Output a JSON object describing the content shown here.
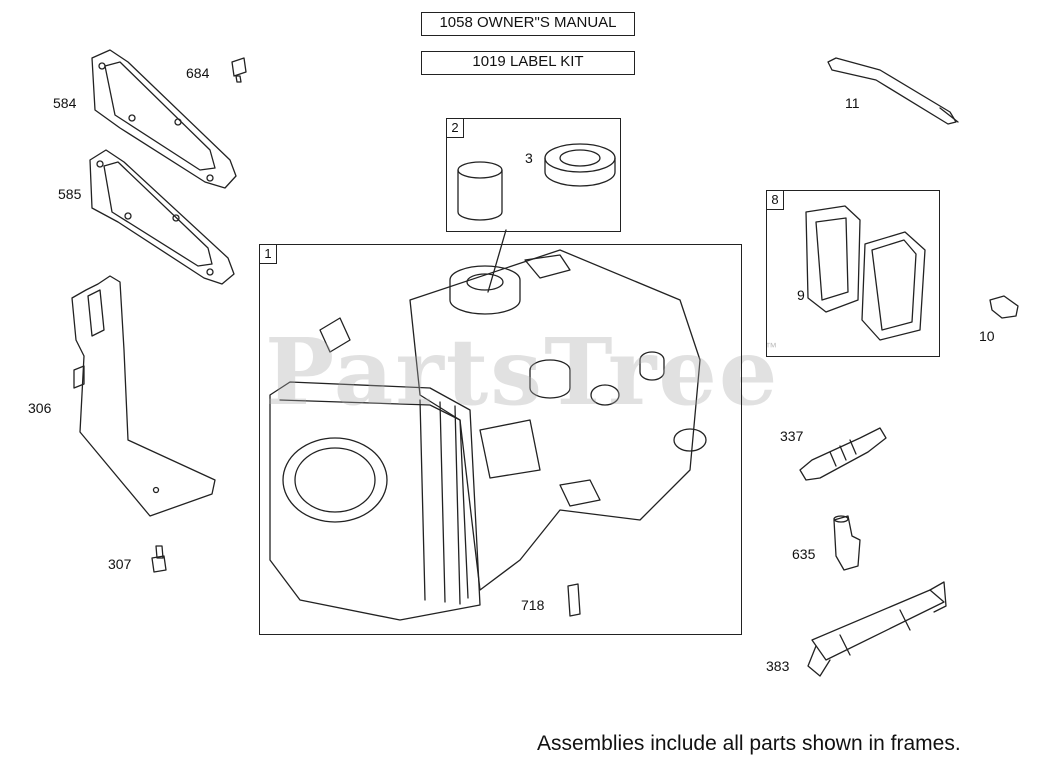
{
  "header": {
    "manual_label": "1058 OWNER\"S MANUAL",
    "label_kit": "1019 LABEL KIT"
  },
  "frames": {
    "frame_1": "1",
    "frame_2": "2",
    "frame_8": "8"
  },
  "callouts": {
    "p684": "684",
    "p584": "584",
    "p585": "585",
    "p306": "306",
    "p307": "307",
    "p3": "3",
    "p11": "11",
    "p9": "9",
    "p10": "10",
    "p337": "337",
    "p635": "635",
    "p718": "718",
    "p383": "383"
  },
  "watermark": {
    "text": "PartsTree",
    "tm": "™"
  },
  "footer": {
    "note": "Assemblies include all parts shown in frames."
  },
  "colors": {
    "line": "#222222",
    "watermark": "#aaaaaa"
  }
}
